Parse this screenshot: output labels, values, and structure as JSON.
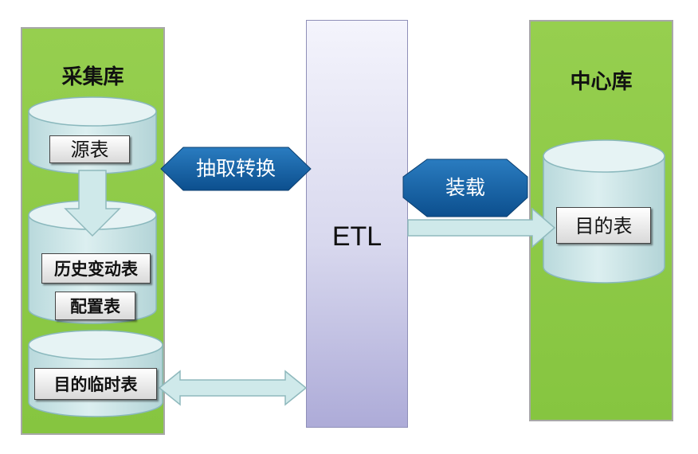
{
  "source_db": {
    "title": "采集库",
    "tables": {
      "source": "源表",
      "history": "历史变动表",
      "config": "配置表",
      "target_temp": "目的临时表"
    }
  },
  "etl": {
    "label": "ETL"
  },
  "steps": {
    "extract": "抽取转换",
    "load": "装载"
  },
  "center_db": {
    "title": "中心库",
    "tables": {
      "target": "目的表"
    }
  },
  "colors": {
    "panel_green": "#8dc63f",
    "cylinder": "#cde6e8",
    "arrow_fill": "#cfe9ea",
    "tag_blue": "#0f5a9a",
    "etl_bar": "#c3c1e6"
  }
}
